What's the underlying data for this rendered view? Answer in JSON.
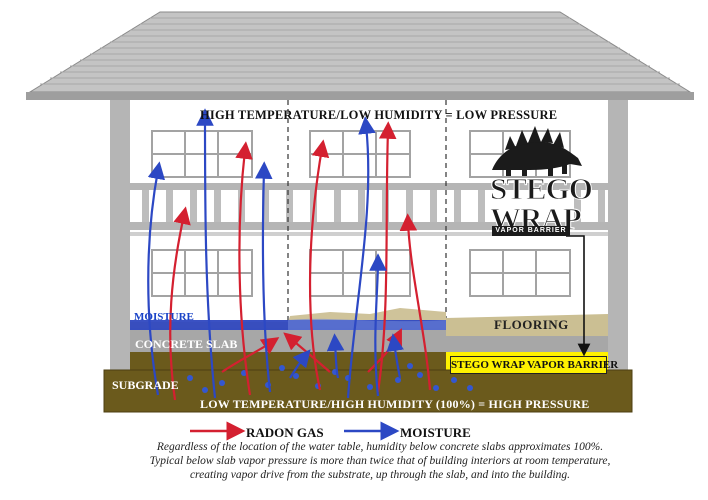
{
  "labels": {
    "top": "HIGH TEMPERATURE/LOW HUMIDITY = LOW PRESSURE",
    "bottom": "LOW TEMPERATURE/HIGH HUMIDITY (100%) = HIGH PRESSURE",
    "subgrade": "SUBGRADE",
    "concrete_slab": "CONCRETE SLAB",
    "moisture_layer": "MOISTURE",
    "flooring": "FLOORING",
    "vapor_barrier": "STEGO WRAP VAPOR BARRIER"
  },
  "logo": {
    "line1": "STEGO",
    "line2": "WRAP",
    "tagline": "VAPOR BARRIER"
  },
  "legend": {
    "radon": "RADON GAS",
    "moisture": "MOISTURE"
  },
  "caption": {
    "line1": "Regardless of the location of the water table, humidity below concrete slabs approximates 100%.",
    "line2": "Typical below slab vapor pressure is more than twice that of building interiors at room temperature,",
    "line3": "creating vapor drive from the substrate, up through the slab, and into the building."
  },
  "colors": {
    "radon": "#d42030",
    "moisture": "#2c48c4",
    "subgrade": "#6b5a1c",
    "slab": "#a9a9a9",
    "flooring": "#c8b88e",
    "barrier": "#fff200",
    "roof": "#bcbcbc"
  }
}
